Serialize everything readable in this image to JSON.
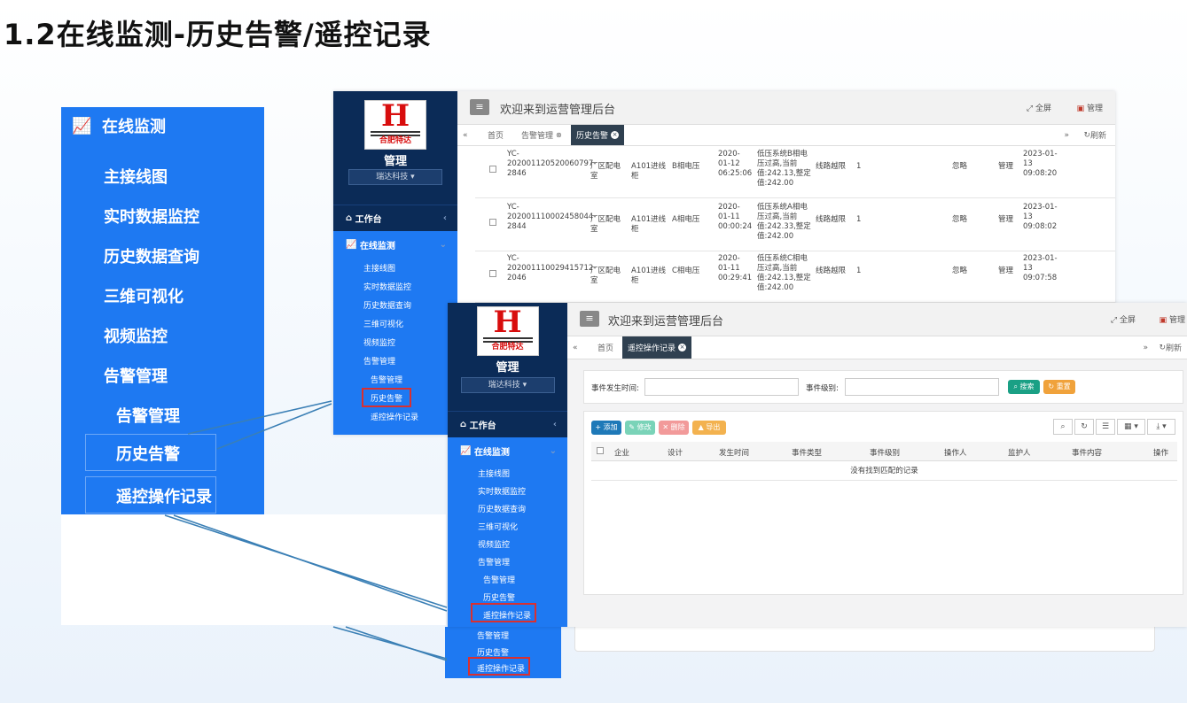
{
  "page_title": "1.2在线监测-历史告警/遥控记录",
  "big_menu": {
    "header": "在线监测",
    "items": [
      "主接线图",
      "实时数据监控",
      "历史数据查询",
      "三维可视化",
      "视频监控",
      "告警管理"
    ],
    "sub_items": [
      "告警管理",
      "历史告警",
      "遥控操作记录"
    ]
  },
  "window1": {
    "logo_letter": "H",
    "logo_text": "合肥特达",
    "manage": "管理",
    "company": "瑞达科技 ▾",
    "workbench": "工作台",
    "section": "在线监测",
    "nav": [
      "主接线图",
      "实时数据监控",
      "历史数据查询",
      "三维可视化",
      "视频监控",
      "告警管理"
    ],
    "nav_sub": [
      "告警管理",
      "历史告警",
      "遥控操作记录"
    ],
    "welcome": "欢迎来到运营管理后台",
    "fullscreen": "全屏",
    "admin": "管理",
    "tabs": [
      "首页",
      "告警管理",
      "历史告警"
    ],
    "refresh": "刷新",
    "rows": [
      {
        "id": "YC-202001120520060797-2846",
        "loc": "厂区配电室",
        "dev": "A101进线柜",
        "type": "B相电压",
        "time": "2020-01-12 06:25:06",
        "content": "低压系统B相电压过高,当前值:242.13,整定值:242.00",
        "cat": "线路越限",
        "lvl": "1",
        "st": "忽略",
        "op": "管理",
        "rt": "2023-01-13 09:08:20"
      },
      {
        "id": "YC-202001110002458044-2844",
        "loc": "厂区配电室",
        "dev": "A101进线柜",
        "type": "A相电压",
        "time": "2020-01-11 00:00:24",
        "content": "低压系统A相电压过高,当前值:242.33,整定值:242.00",
        "cat": "线路越限",
        "lvl": "1",
        "st": "忽略",
        "op": "管理",
        "rt": "2023-01-13 09:08:02"
      },
      {
        "id": "YC-202001110029415712-2046",
        "loc": "厂区配电室",
        "dev": "A101进线柜",
        "type": "C相电压",
        "time": "2020-01-11 00:29:41",
        "content": "低压系统C相电压过高,当前值:242.13,整定值:242.00",
        "cat": "线路越限",
        "lvl": "1",
        "st": "忽略",
        "op": "管理",
        "rt": "2023-01-13 09:07:58"
      }
    ]
  },
  "window2": {
    "logo_letter": "H",
    "logo_text": "合肥特达",
    "manage": "管理",
    "company": "瑞达科技 ▾",
    "workbench": "工作台",
    "section": "在线监测",
    "nav": [
      "主接线图",
      "实时数据监控",
      "历史数据查询",
      "三维可视化",
      "视频监控",
      "告警管理"
    ],
    "nav_sub": [
      "告警管理",
      "历史告警",
      "遥控操作记录"
    ],
    "welcome": "欢迎来到运营管理后台",
    "fullscreen": "全屏",
    "admin": "管理",
    "tabs": [
      "首页",
      "遥控操作记录"
    ],
    "refresh": "刷新",
    "search_time_label": "事件发生时间:",
    "search_level_label": "事件级别:",
    "search_btn": "搜索",
    "reset_btn": "重置",
    "add_btn": "添加",
    "edit_btn": "修改",
    "delete_btn": "删除",
    "export_btn": "导出",
    "columns": [
      "企业",
      "设计",
      "发生时间",
      "事件类型",
      "事件级别",
      "操作人",
      "监护人",
      "事件内容",
      "操作"
    ],
    "empty": "没有找到匹配的记录"
  },
  "bottom_strip": {
    "items": [
      "告警管理",
      "历史告警",
      "遥控操作记录"
    ]
  },
  "colors": {
    "menu_blue": "#1e79f2",
    "sidebar_navy": "#0b2b57",
    "highlight_red": "#d93030",
    "search_green": "#1aa085",
    "reset_orange": "#f0a23b"
  }
}
